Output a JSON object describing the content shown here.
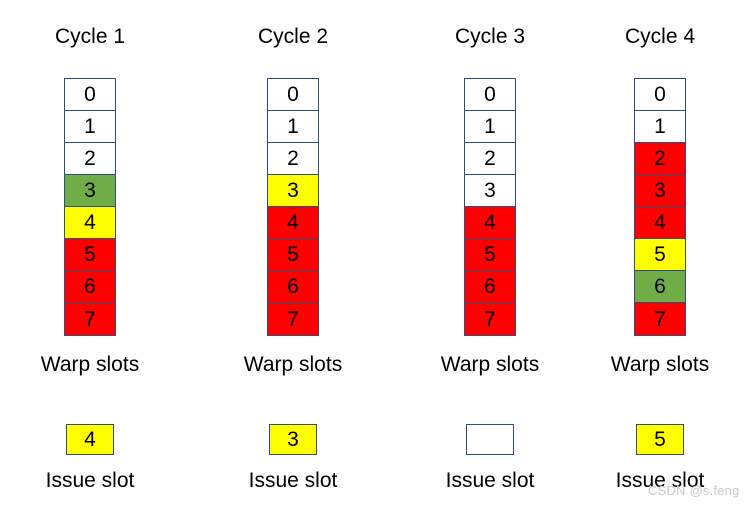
{
  "colors": {
    "border": "#2f4e79",
    "red": "#ff0000",
    "yellow": "#ffff00",
    "green": "#70ad47",
    "white": "#ffffff",
    "watermark": "#c9c9c9"
  },
  "watermark": "CSDN @s.feng",
  "labels": {
    "warp_slots": "Warp slots",
    "issue_slot": "Issue slot"
  },
  "columns": [
    {
      "title": "Cycle 1",
      "warp_label": "Warp slots",
      "issue_label": "Issue slot",
      "slots": [
        {
          "id": "0",
          "state": "white"
        },
        {
          "id": "1",
          "state": "white"
        },
        {
          "id": "2",
          "state": "white"
        },
        {
          "id": "3",
          "state": "green"
        },
        {
          "id": "4",
          "state": "yellow"
        },
        {
          "id": "5",
          "state": "red"
        },
        {
          "id": "6",
          "state": "red"
        },
        {
          "id": "7",
          "state": "red"
        }
      ],
      "issue": {
        "value": "4",
        "state": "yellow"
      }
    },
    {
      "title": "Cycle 2",
      "warp_label": "Warp slots",
      "issue_label": "Issue slot",
      "slots": [
        {
          "id": "0",
          "state": "white"
        },
        {
          "id": "1",
          "state": "white"
        },
        {
          "id": "2",
          "state": "white"
        },
        {
          "id": "3",
          "state": "yellow"
        },
        {
          "id": "4",
          "state": "red"
        },
        {
          "id": "5",
          "state": "red"
        },
        {
          "id": "6",
          "state": "red"
        },
        {
          "id": "7",
          "state": "red"
        }
      ],
      "issue": {
        "value": "3",
        "state": "yellow"
      }
    },
    {
      "title": "Cycle 3",
      "warp_label": "Warp slots",
      "issue_label": "Issue slot",
      "slots": [
        {
          "id": "0",
          "state": "white"
        },
        {
          "id": "1",
          "state": "white"
        },
        {
          "id": "2",
          "state": "white"
        },
        {
          "id": "3",
          "state": "white"
        },
        {
          "id": "4",
          "state": "red"
        },
        {
          "id": "5",
          "state": "red"
        },
        {
          "id": "6",
          "state": "red"
        },
        {
          "id": "7",
          "state": "red"
        }
      ],
      "issue": {
        "value": "",
        "state": "white"
      }
    },
    {
      "title": "Cycle 4",
      "warp_label": "Warp slots",
      "issue_label": "Issue slot",
      "slots": [
        {
          "id": "0",
          "state": "white"
        },
        {
          "id": "1",
          "state": "white"
        },
        {
          "id": "2",
          "state": "red"
        },
        {
          "id": "3",
          "state": "red"
        },
        {
          "id": "4",
          "state": "red"
        },
        {
          "id": "5",
          "state": "yellow"
        },
        {
          "id": "6",
          "state": "green"
        },
        {
          "id": "7",
          "state": "red"
        }
      ],
      "issue": {
        "value": "5",
        "state": "yellow"
      }
    }
  ],
  "layout": {
    "column_left": [
      0,
      203,
      400,
      570
    ]
  }
}
